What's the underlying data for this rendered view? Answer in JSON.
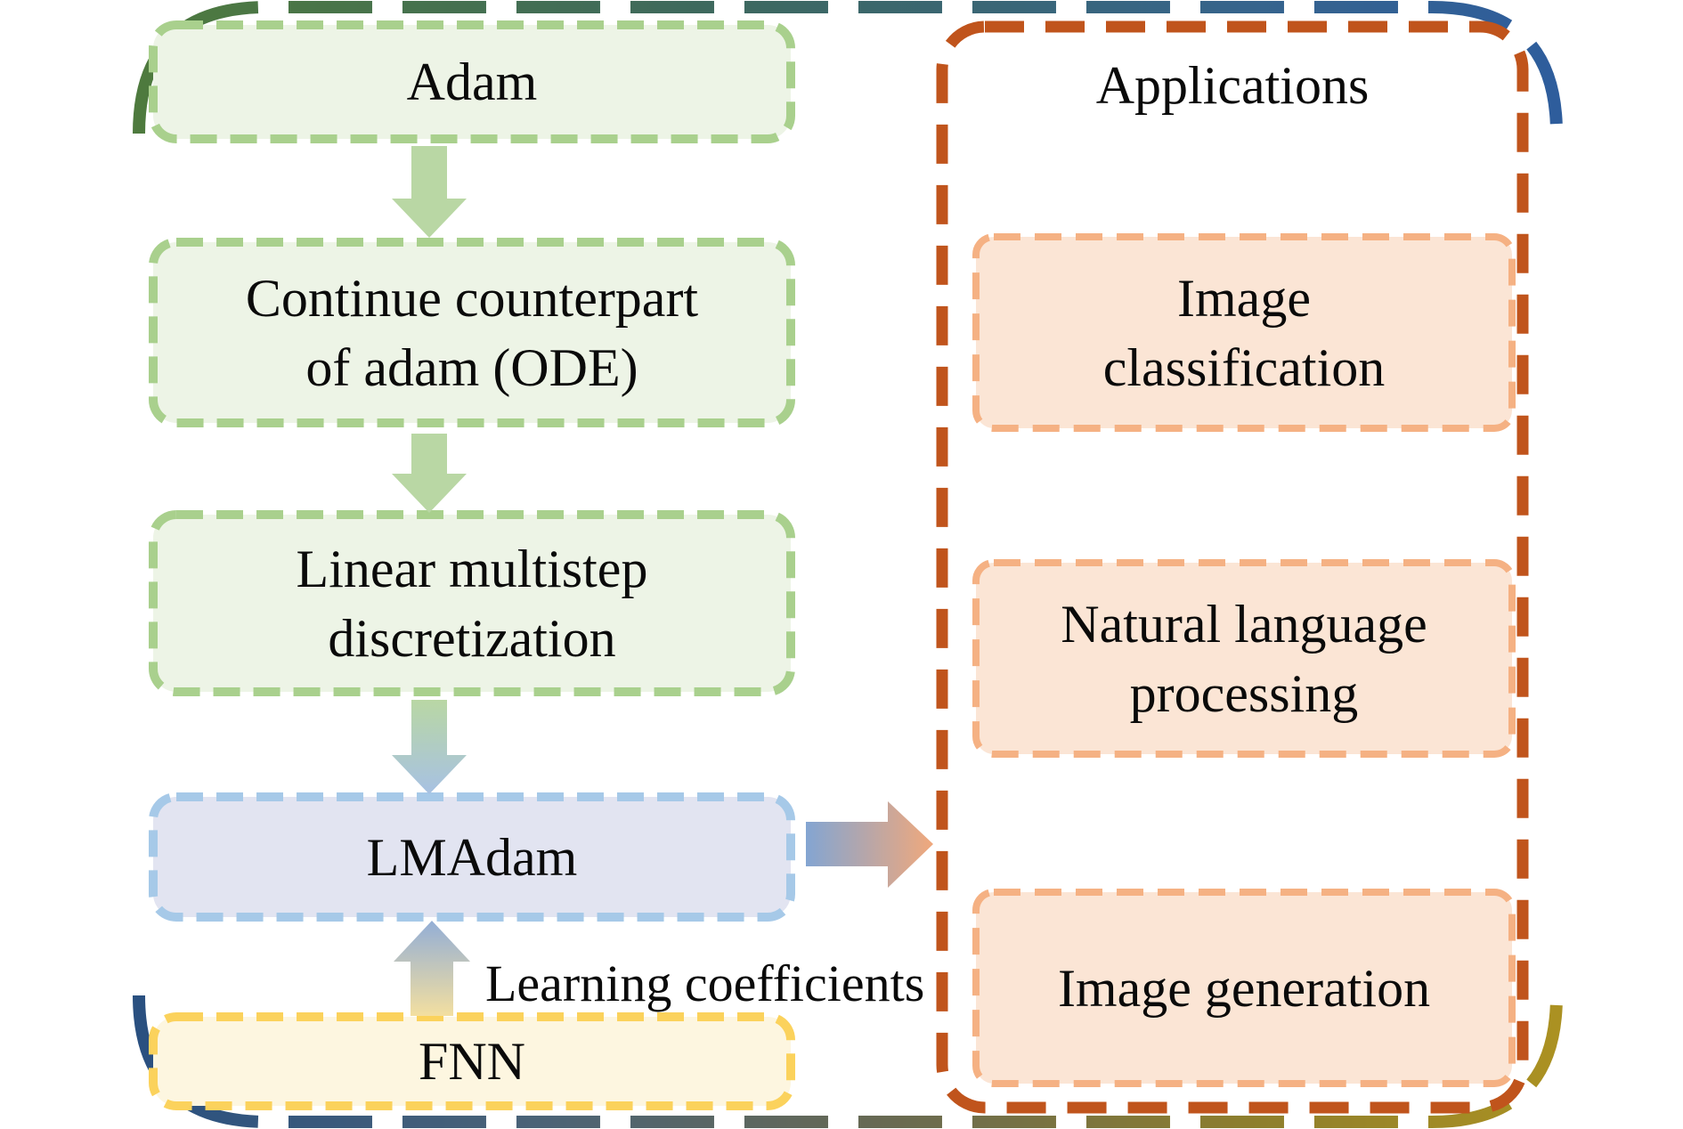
{
  "flow": {
    "adam": {
      "label": "Adam"
    },
    "ode": {
      "label": "Continue counterpart\nof adam (ODE)"
    },
    "discretization": {
      "label": "Linear multistep\ndiscretization"
    },
    "lmadam": {
      "label": "LMAdam"
    },
    "fnn": {
      "label": "FNN"
    },
    "coefficients_note": "Learning coefficients"
  },
  "applications": {
    "title": "Applications",
    "items": [
      {
        "label": "Image\nclassification"
      },
      {
        "label": "Natural language\nprocessing"
      },
      {
        "label": "Image generation"
      }
    ]
  },
  "colors": {
    "green_fill": "#edf4e6",
    "green_border": "#a9d08d",
    "green_arrow": "#b9d7a4",
    "blue_fill": "#e2e4f1",
    "blue_border": "#a6c9e8",
    "arrow_blue": "#8fafd8",
    "yellow_fill": "#fdf6e0",
    "yellow_border": "#fbd25c",
    "arrow_yellow": "#f3dfa0",
    "orange_dark": "#c0541c",
    "orange_fill": "#fbe5d5",
    "orange_border": "#f5b183",
    "arrow_orange": "#f0a87c",
    "outer_green": "#4e7a3e",
    "outer_teal": "#3d685f",
    "outer_blue": "#2e5d9c",
    "outer_navy": "#2a5080",
    "outer_slate": "#5d6a60",
    "outer_olive": "#7d7337",
    "outer_gold": "#ab9122",
    "text": "#0a0a0a"
  }
}
